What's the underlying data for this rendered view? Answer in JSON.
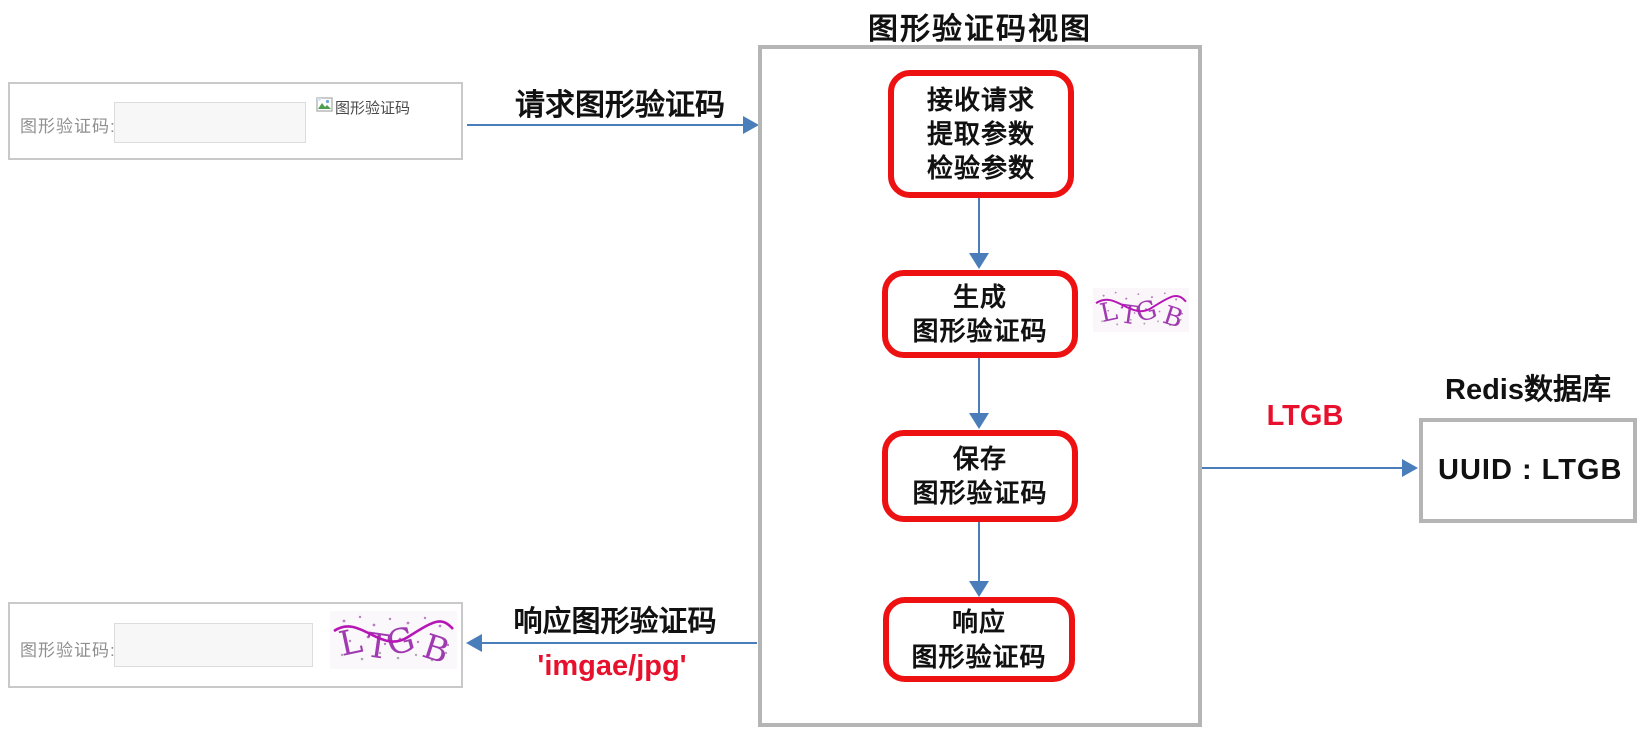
{
  "colors": {
    "arrow_blue": "#4a7ebb",
    "step_border_red": "#ee1111",
    "accent_red": "#e8112d",
    "container_border_gray": "#b5b5b5",
    "form_label_gray": "#8f8f8f",
    "captcha_purple": "#a03ab0",
    "captcha_line_magenta": "#b516b5"
  },
  "form_top": {
    "label": "图形验证码:",
    "input_value": "",
    "broken_image_alt": "图形验证码"
  },
  "arrows": {
    "request": {
      "label": "请求图形验证码"
    },
    "response": {
      "label": "响应图形验证码",
      "sublabel": "'imgae/jpg'"
    },
    "to_redis": {
      "label": "LTGB"
    }
  },
  "view": {
    "title": "图形验证码视图",
    "steps": [
      {
        "lines": [
          "接收请求",
          "提取参数",
          "检验参数"
        ]
      },
      {
        "lines": [
          "生成",
          "图形验证码"
        ]
      },
      {
        "lines": [
          "保存",
          "图形验证码"
        ]
      },
      {
        "lines": [
          "响应",
          "图形验证码"
        ]
      }
    ]
  },
  "captcha": {
    "code": "LTGB"
  },
  "redis": {
    "title": "Redis数据库",
    "entry": "UUID : LTGB"
  },
  "form_bottom": {
    "label": "图形验证码:",
    "input_value": ""
  }
}
